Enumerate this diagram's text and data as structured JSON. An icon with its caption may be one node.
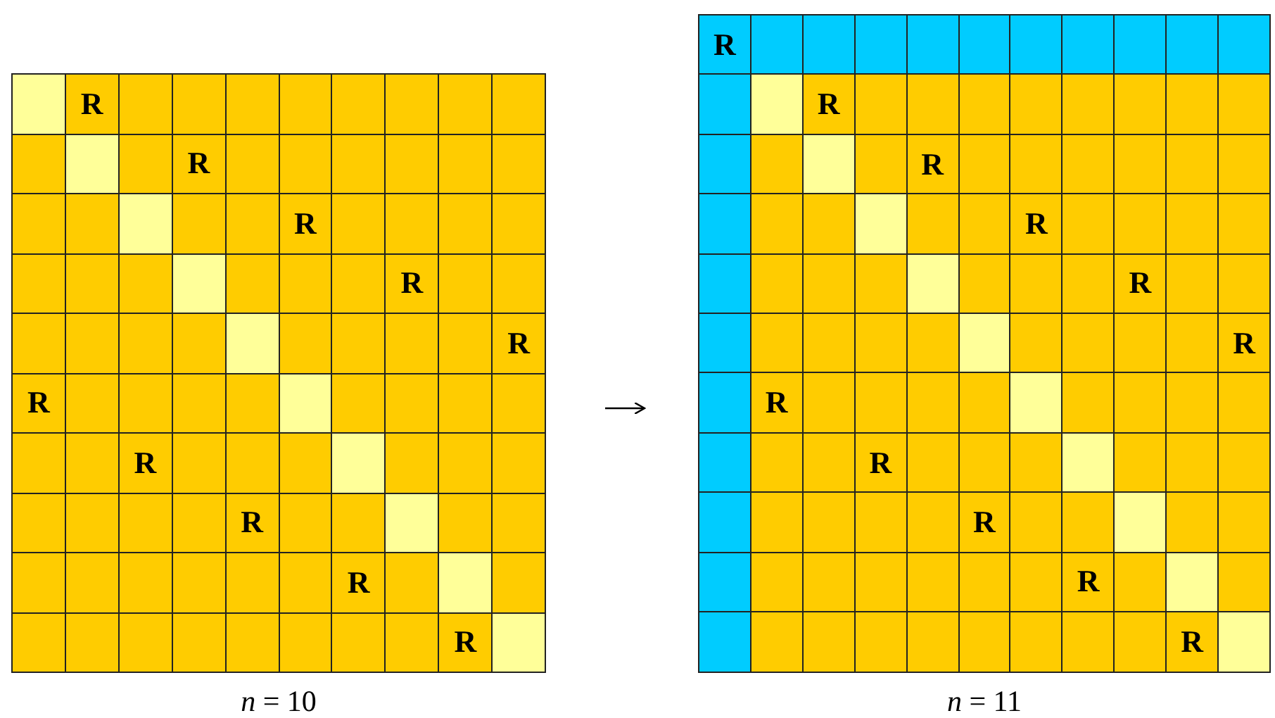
{
  "diagram": {
    "nodes": [
      {
        "text": [],
        "shape": "grid",
        "beside": [
          "*n* = 10"
        ]
      },
      {
        "text": [],
        "shape": "grid",
        "beside": [
          "*n* = 11"
        ]
      }
    ],
    "edges": [
      {
        "from": 0,
        "to": 1,
        "arrow": "to"
      }
    ],
    "labels": [
      "R",
      "R",
      "R",
      "R",
      "R",
      "R",
      "R",
      "R",
      "R",
      "R",
      "R",
      "R",
      "R",
      "R",
      "R",
      "R",
      "R",
      "R",
      "R",
      "R",
      "R"
    ]
  }
}
